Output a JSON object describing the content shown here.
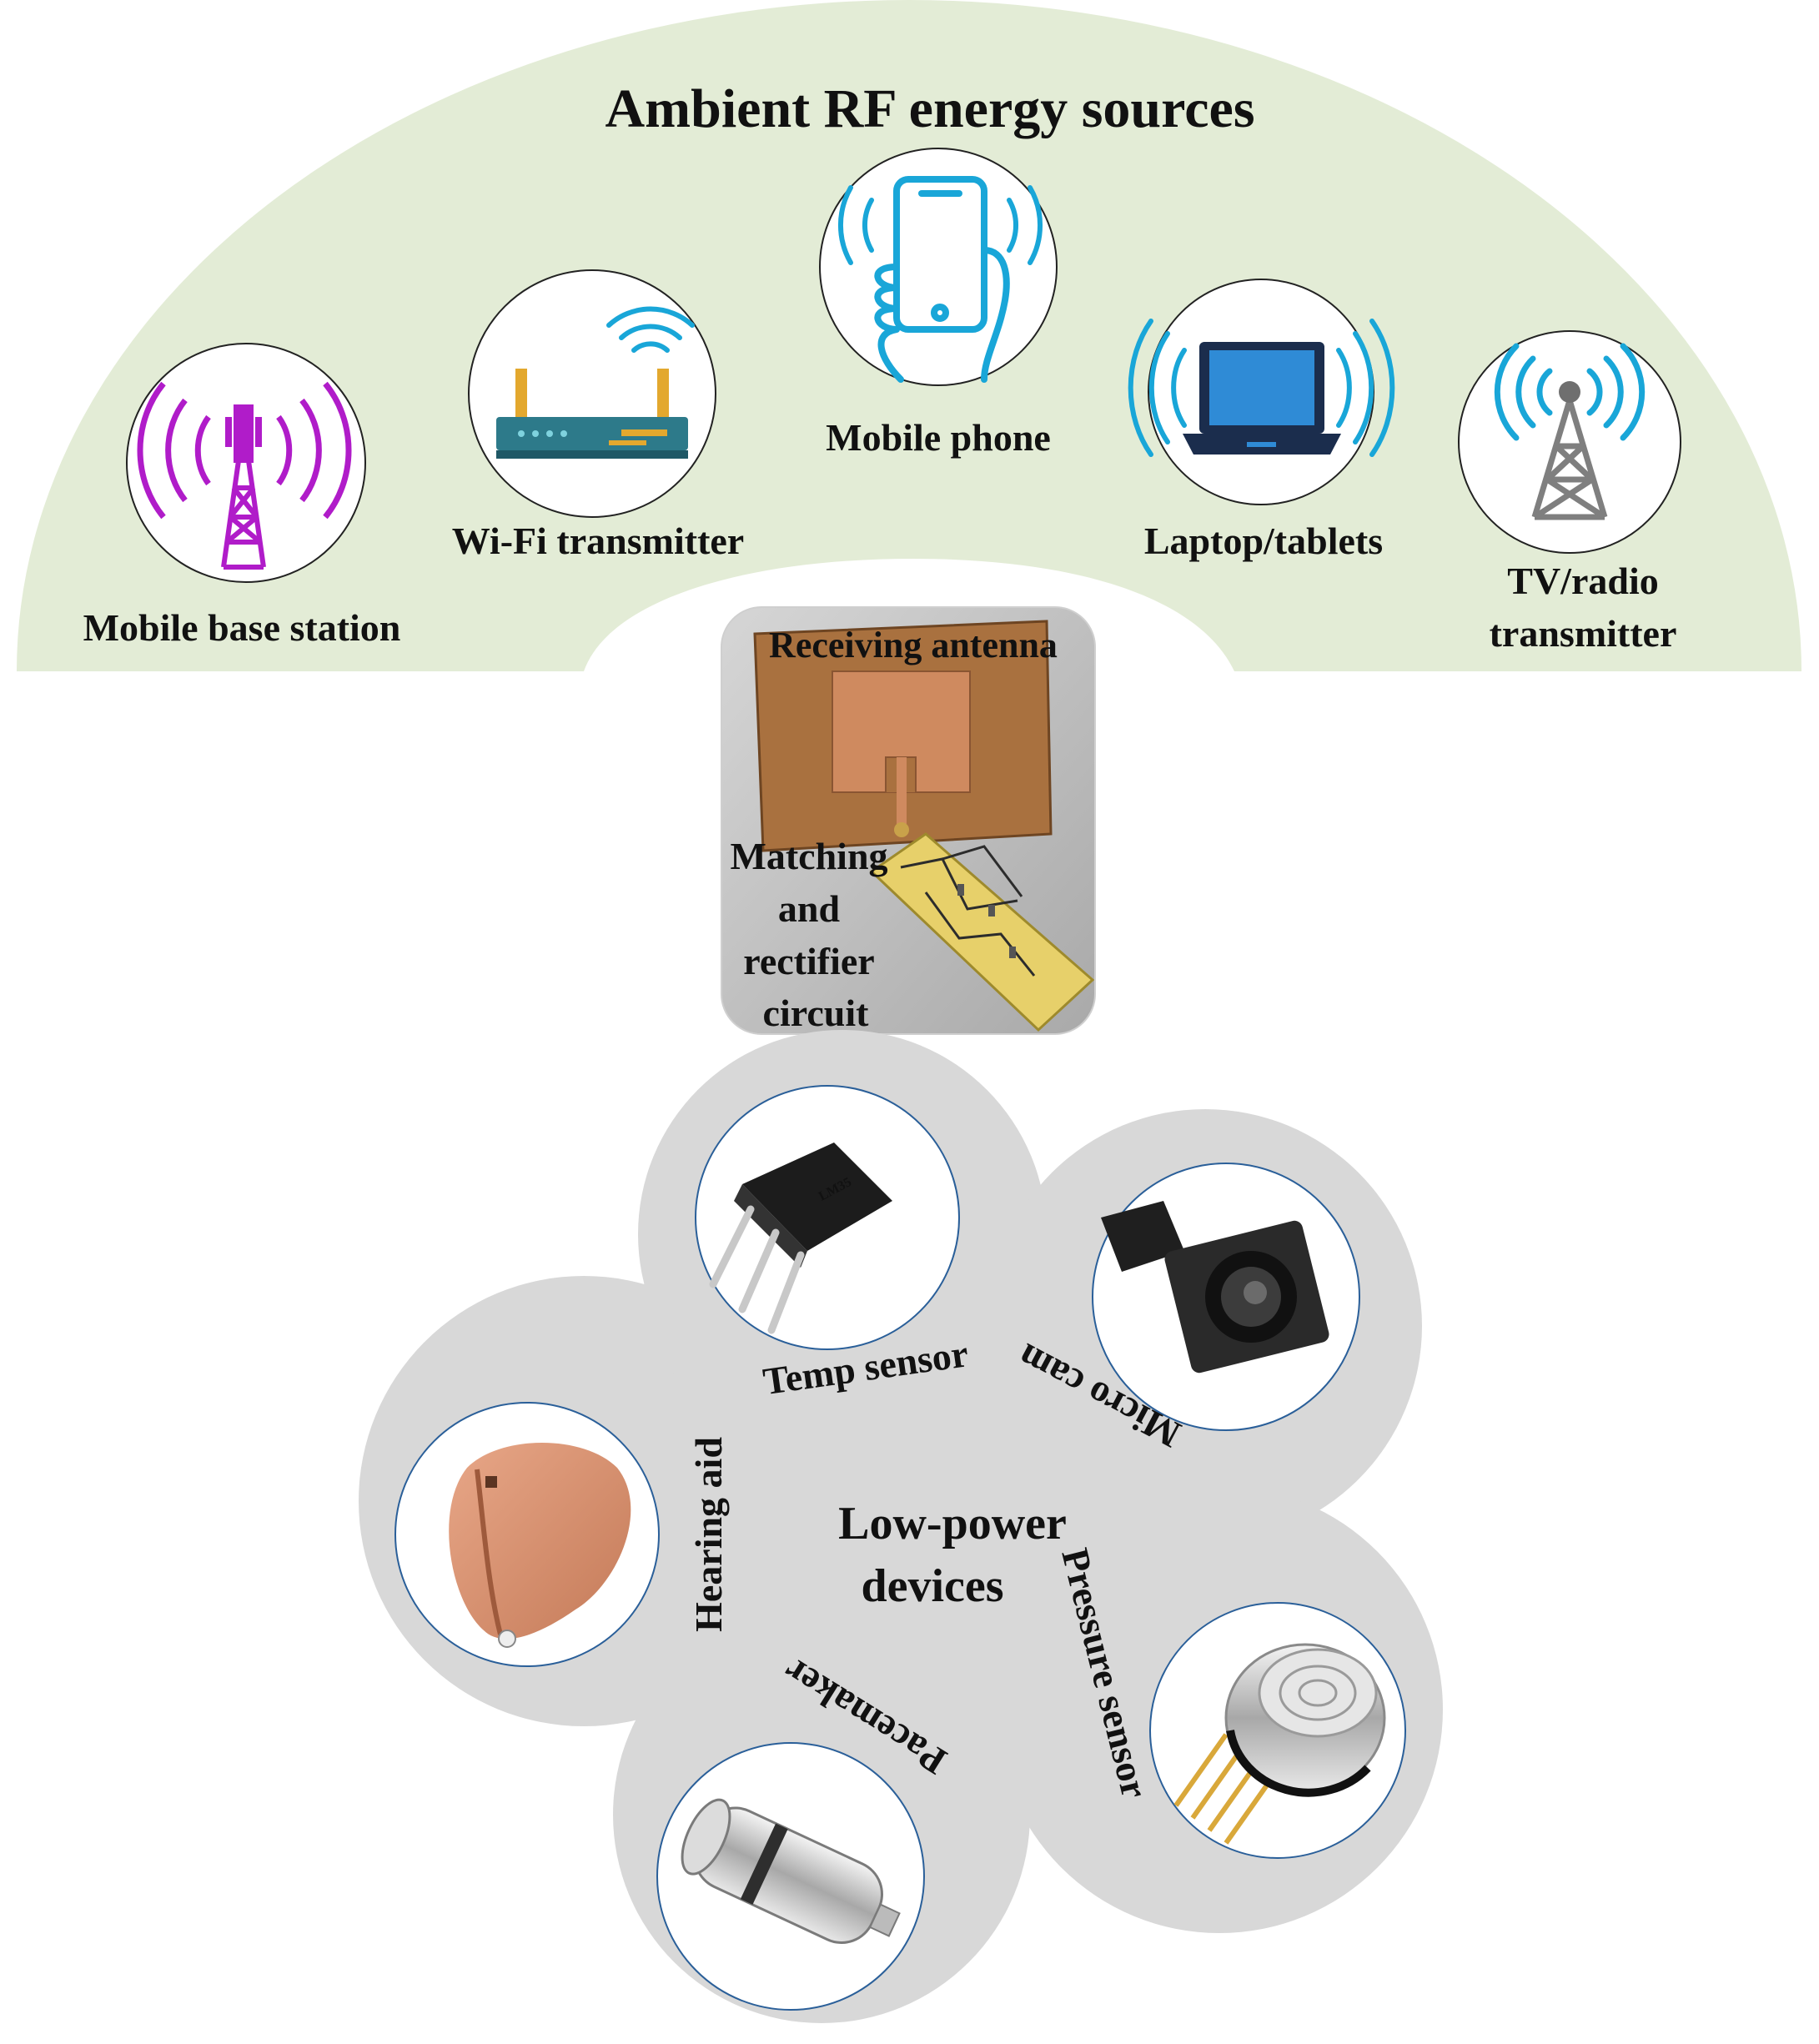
{
  "sources": {
    "title": "Ambient RF energy sources",
    "items": [
      {
        "label": "Mobile base station",
        "icon": "cell-tower-icon"
      },
      {
        "label": "Wi-Fi transmitter",
        "icon": "wifi-router-icon"
      },
      {
        "label": "Mobile phone",
        "icon": "smartphone-icon"
      },
      {
        "label": "Laptop/tablets",
        "icon": "laptop-icon"
      },
      {
        "label_line1": "TV/radio",
        "label_line2": "transmitter",
        "icon": "broadcast-tower-icon"
      }
    ]
  },
  "harvester": {
    "antenna_label": "Receiving antenna",
    "circuit_lines": [
      "Matching",
      "and",
      "rectifier",
      "circuit"
    ]
  },
  "devices": {
    "center_line1": "Low-power",
    "center_line2": "devices",
    "items": [
      {
        "label": "Temp sensor",
        "icon": "temperature-sensor-icon"
      },
      {
        "label": "Micro cam",
        "icon": "micro-camera-icon"
      },
      {
        "label": "Pressure sensor",
        "icon": "pressure-sensor-icon"
      },
      {
        "label": "Pacemaker",
        "icon": "pacemaker-icon"
      },
      {
        "label": "Hearing aid",
        "icon": "hearing-aid-icon"
      }
    ]
  },
  "colors": {
    "dome": "#e3ecd6",
    "wave_purple": "#b01cc9",
    "wave_blue": "#19a6d8",
    "device_bg": "#d8d8d8",
    "pcb_board": "#a9713f",
    "copper": "#cf8a5f",
    "rectifier_board": "#e7d06a"
  }
}
